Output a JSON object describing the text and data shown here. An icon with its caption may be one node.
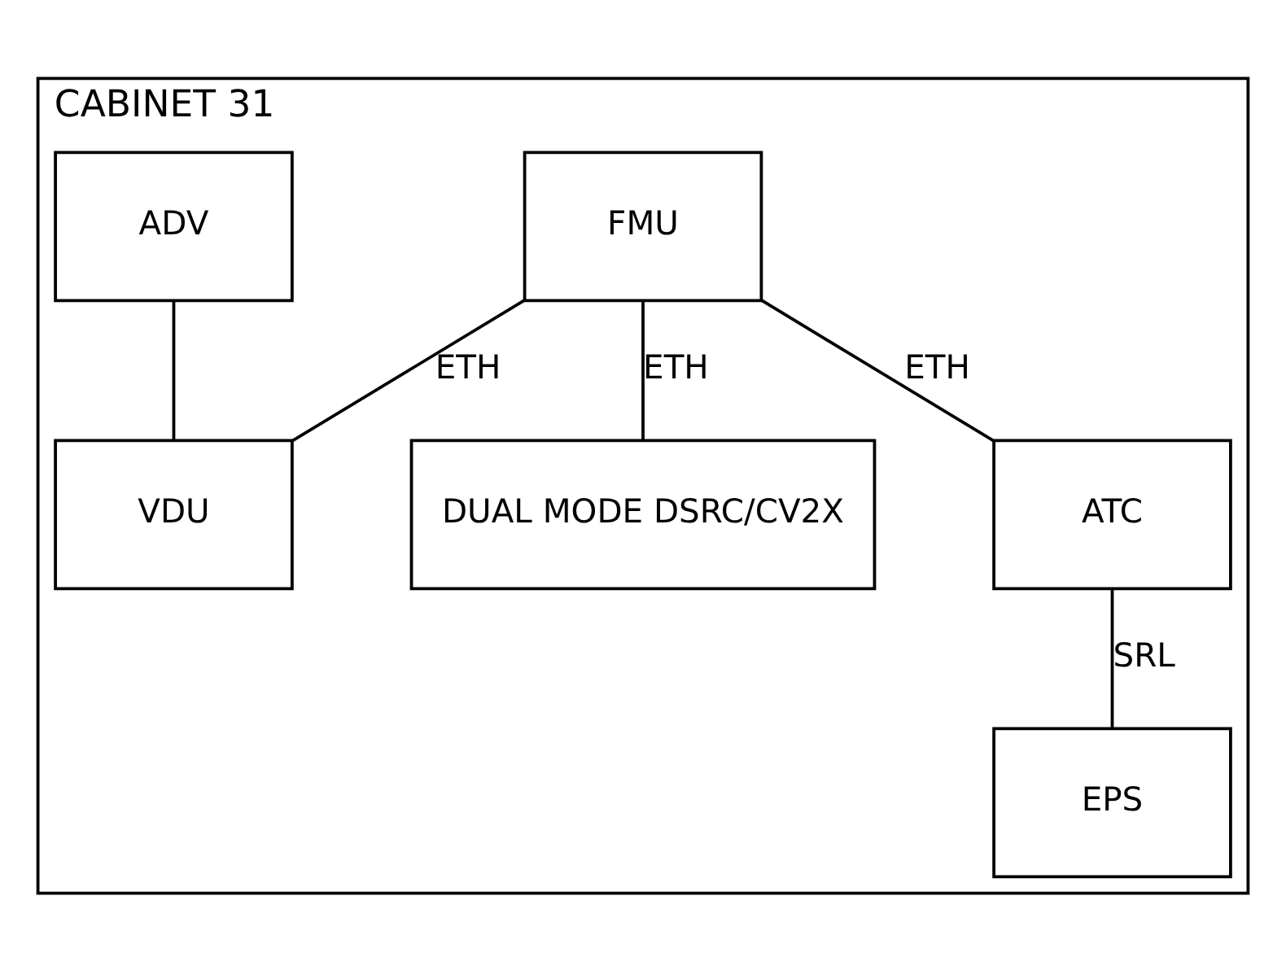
{
  "diagram": {
    "nodes": [
      {
        "text": [
          "CABINET 31"
        ]
      },
      {
        "text": [
          "FMU"
        ],
        "in": 0
      },
      {
        "text": [
          "ADV"
        ],
        "in": 0
      },
      {
        "text": [
          "ATC"
        ],
        "in": 0
      },
      {
        "text": [
          "VDU"
        ],
        "in": 0
      },
      {
        "text": [
          "EPS"
        ],
        "in": 0
      },
      {
        "text": [
          "DUAL MODE DSRC/CV2X"
        ],
        "in": 0
      }
    ],
    "edges": [
      {
        "from": 1,
        "to": 3,
        "arrow": "none",
        "label": "ETH"
      },
      {
        "from": 1,
        "to": 4,
        "arrow": "none",
        "label": "ETH"
      },
      {
        "from": 2,
        "to": 4,
        "arrow": "none"
      },
      {
        "from": 1,
        "to": 6,
        "arrow": "none",
        "label": "ETH"
      },
      {
        "from": 3,
        "to": 5,
        "arrow": "none",
        "label": "SRL"
      }
    ]
  }
}
